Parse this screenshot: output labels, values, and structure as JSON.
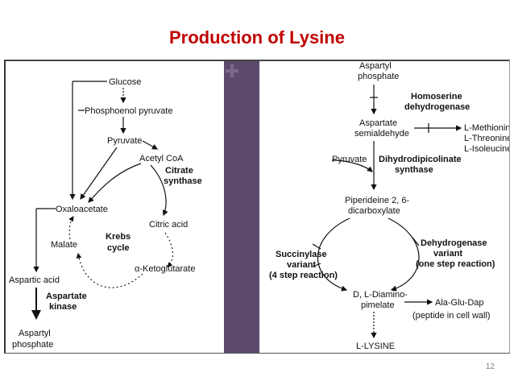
{
  "title": "Production of Lysine",
  "page_number": "12",
  "left_diagram": {
    "glucose": "Glucose",
    "pep": "Phosphoenol pyruvate",
    "pyruvate": "Pyruvate",
    "acetyl_coa": "Acetyl CoA",
    "citrate_synthase_1": "Citrate",
    "citrate_synthase_2": "synthase",
    "oxaloacetate": "Oxaloacetate",
    "citric_acid": "Citric acid",
    "krebs_1": "Krebs",
    "krebs_2": "cycle",
    "malate": "Malate",
    "ketoglutarate": "α-Ketoglutarate",
    "aspartic_acid": "Aspartic acid",
    "aspartate_kinase_1": "Aspartate",
    "aspartate_kinase_2": "kinase",
    "aspartyl_phosphate_1": "Aspartyl",
    "aspartyl_phosphate_2": "phosphate"
  },
  "right_diagram": {
    "aspartyl_1": "Aspartyl",
    "aspartyl_2": "phosphate",
    "homoserine_1": "Homoserine",
    "homoserine_2": "dehydrogenase",
    "asa_1": "Aspartate",
    "asa_2": "semialdehyde",
    "methionine": "L-Methionine",
    "threonine": "L-Threonine",
    "isoleucine": "L-Isoleucine",
    "pyruvate": "Pyruvate",
    "dhdps_1": "Dihydrodipicolinate",
    "dhdps_2": "synthase",
    "piperideine_1": "Piperideine 2, 6-",
    "piperideine_2": "dicarboxylate",
    "succ_1": "Succinylase",
    "succ_2": "variant",
    "succ_3": "(4 step reaction)",
    "dehyd_1": "Dehydrogenase",
    "dehyd_2": "variant",
    "dehyd_3": "(one step reaction)",
    "dap_1": "D, L-Diamino-",
    "dap_2": "pimelate",
    "ala_glu_dap": "Ala-Glu-Dap",
    "peptide": "(peptide in cell wall)",
    "lysine": "L-LYSINE"
  }
}
